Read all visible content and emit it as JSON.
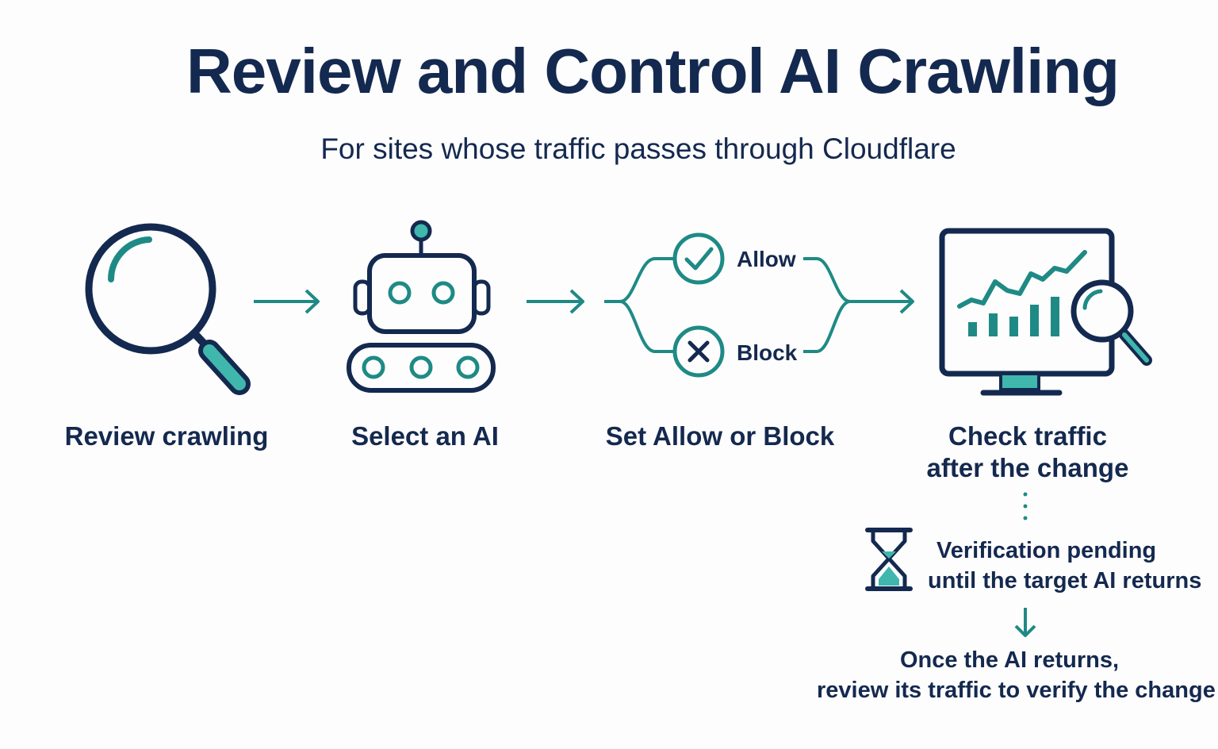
{
  "title": "Review and Control AI Crawling",
  "subtitle": "For sites whose traffic passes through Cloudflare",
  "colors": {
    "navy": "#14294f",
    "teal": "#1f8a85",
    "teal_fill": "#3fb7ad"
  },
  "steps": [
    {
      "label": "Review crawling",
      "icon": "magnifier-icon"
    },
    {
      "label": "Select an AI",
      "icon": "robot-icon"
    },
    {
      "label": "Set Allow or Block",
      "icon": "branch-icon"
    },
    {
      "label_line1": "Check traffic",
      "label_line2": "after the change",
      "icon": "monitor-chart-icon"
    }
  ],
  "branch": {
    "allow": "Allow",
    "block": "Block"
  },
  "pending": {
    "line1": "Verification pending",
    "line2": "until the target AI returns",
    "icon": "hourglass-icon"
  },
  "final": {
    "line1": "Once the AI returns,",
    "line2": "review its traffic to verify the change"
  }
}
